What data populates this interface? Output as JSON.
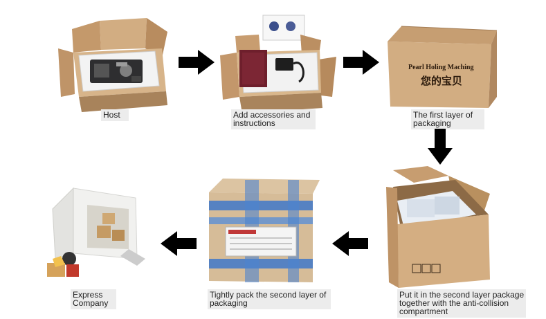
{
  "steps": [
    {
      "caption": [
        "Host"
      ]
    },
    {
      "caption": [
        "Add accessories and",
        "instructions"
      ]
    },
    {
      "caption": [
        "The first layer of",
        "packaging"
      ]
    },
    {
      "caption": [
        "Put it in the second layer package",
        "together with the anti-collision",
        "compartment"
      ]
    },
    {
      "caption": [
        "Tightly pack the second layer of",
        "packaging"
      ]
    },
    {
      "caption": [
        "Express",
        "Company"
      ]
    }
  ],
  "box_print": {
    "line1": "Pearl Holing Maching",
    "line2": "您的宝贝"
  },
  "arrows": [
    {
      "direction": "right"
    },
    {
      "direction": "right"
    },
    {
      "direction": "down"
    },
    {
      "direction": "left"
    },
    {
      "direction": "left"
    }
  ],
  "colors": {
    "background": "#ffffff",
    "cardboard": "#c9a378",
    "cardboard_dark": "#a7825a",
    "cardboard_inner": "#d8b890",
    "foam": "#f4f4f4",
    "arrow": "#000000",
    "caption_bg": "#ececec",
    "tape_blue": "#3f78c9",
    "truck_white": "#f1f1ef"
  }
}
